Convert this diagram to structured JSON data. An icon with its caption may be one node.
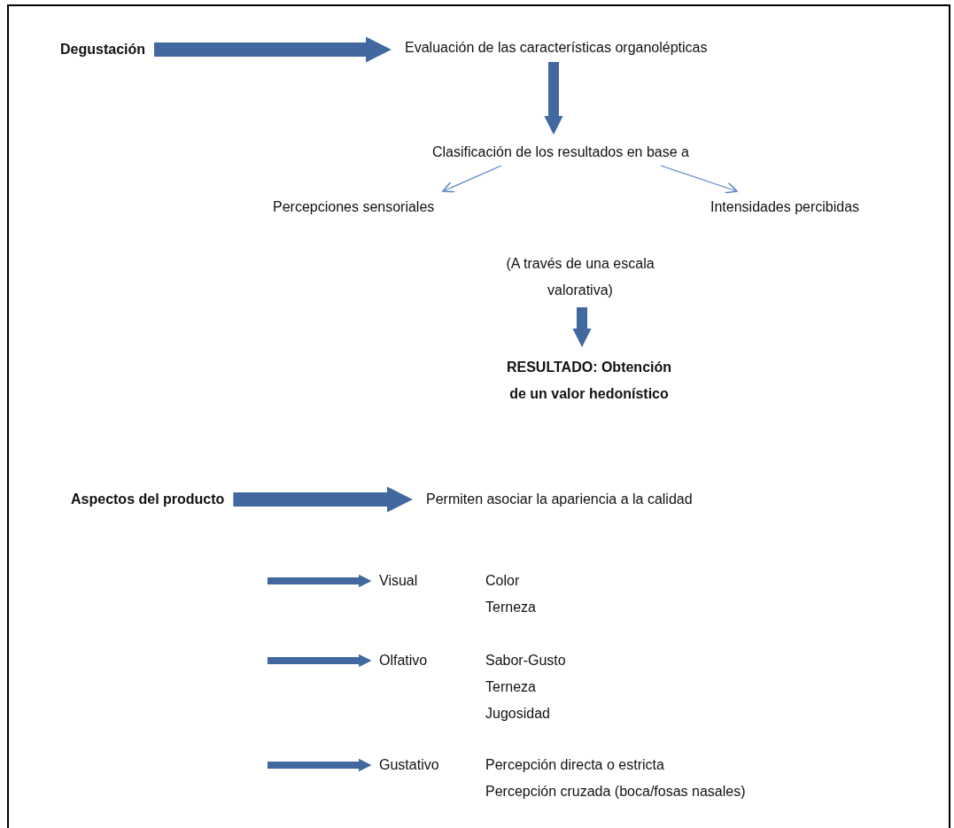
{
  "diagram": {
    "nodes": [
      {
        "text": [
          "Degustación"
        ]
      },
      {
        "text": [
          "Evaluación de las características organolépticas"
        ]
      },
      {
        "text": [
          "Clasificación de los resultados en base a"
        ]
      },
      {
        "text": [
          "Percepciones sensoriales"
        ]
      },
      {
        "text": [
          "Intensidades percibidas"
        ]
      },
      {
        "text": [
          "(A través de una escala valorativa)"
        ]
      },
      {
        "text": [
          "RESULTADO: Obtención de un valor hedonístico"
        ]
      },
      {
        "text": [
          "Aspectos del producto"
        ]
      },
      {
        "text": [
          "Permiten asociar la apariencia a la calidad"
        ]
      },
      {
        "text": [
          "Visual"
        ],
        "beside": [
          "Color",
          "Terneza"
        ]
      },
      {
        "text": [
          "Olfativo"
        ],
        "beside": [
          "Sabor-Gusto",
          "Terneza",
          "Jugosidad"
        ]
      },
      {
        "text": [
          "Gustativo"
        ],
        "beside": [
          "Percepción directa o estricta",
          "Percepción cruzada (boca/fosas nasales)"
        ]
      }
    ],
    "edges": [
      {
        "from": 0,
        "to": 1,
        "arrow": "to",
        "style": "thick"
      },
      {
        "from": 1,
        "to": 2,
        "arrow": "to"
      },
      {
        "from": 2,
        "to": 3,
        "arrow": "to",
        "color": "#5b86c5"
      },
      {
        "from": 2,
        "to": 4,
        "arrow": "to",
        "color": "#5b86c5"
      },
      {
        "from": 5,
        "to": 6,
        "arrow": "to"
      },
      {
        "from": 7,
        "to": 8,
        "arrow": "to",
        "style": "thick"
      },
      {
        "from": null,
        "to": 9,
        "arrow": "to"
      },
      {
        "from": null,
        "to": 10,
        "arrow": "to"
      },
      {
        "from": null,
        "to": 11,
        "arrow": "to"
      }
    ]
  }
}
